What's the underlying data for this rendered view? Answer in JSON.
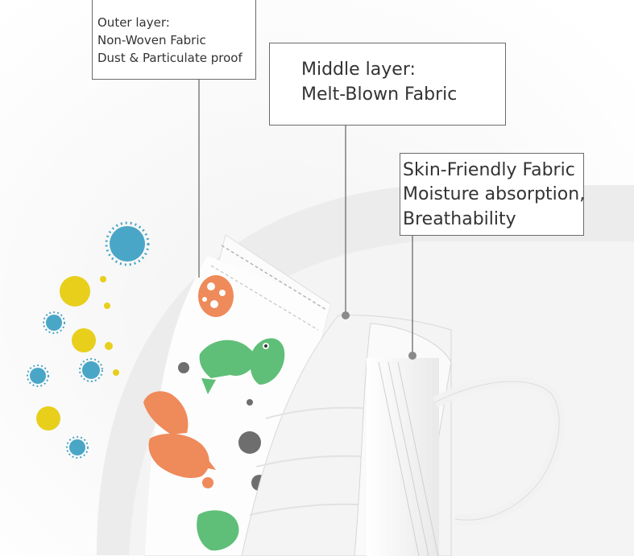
{
  "labels": {
    "outer": {
      "lines": [
        "Outer layer:",
        "Non-Woven Fabric",
        "Dust & Particulate proof"
      ]
    },
    "middle": {
      "lines": [
        "Middle layer:",
        "Melt-Blown Fabric"
      ]
    },
    "inner": {
      "lines": [
        "Skin-Friendly Fabric",
        "Moisture absorption,",
        "Breathability"
      ]
    }
  },
  "colors": {
    "label_border": "#6b6b6b",
    "label_text": "#333333",
    "dino_orange": "#ef8a5a",
    "dino_green": "#5fbf78",
    "virus_blue": "#4aa6c7",
    "pollen_yellow": "#e8cf1c",
    "mask_white": "#f7f7f7"
  },
  "icons": [
    "virus-icon",
    "pollen-icon",
    "dinosaur-print",
    "egg-print"
  ]
}
